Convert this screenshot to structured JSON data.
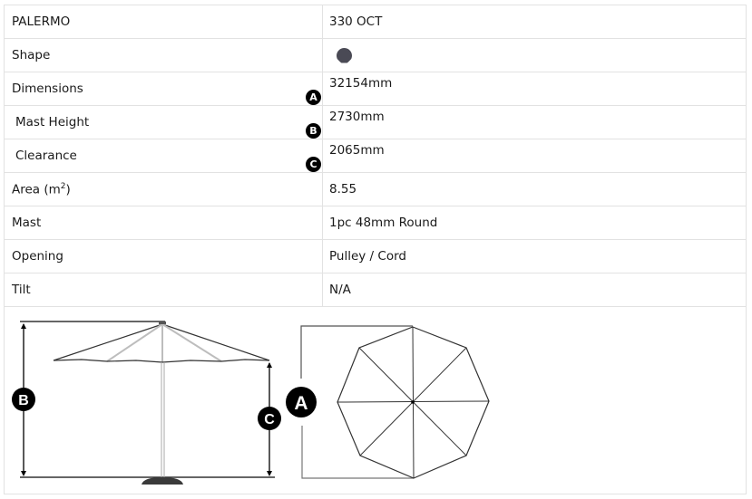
{
  "table": {
    "header": {
      "label": "PALERMO",
      "value": "330 OCT"
    },
    "rows": [
      {
        "label": "Shape",
        "value": "",
        "icon": "octagon-shape-icon",
        "icon_color": "#4a4a55"
      },
      {
        "label": "Dimensions",
        "value": "32154mm",
        "marker": "A"
      },
      {
        "label": "Mast Height",
        "value": "2730mm",
        "marker": "B"
      },
      {
        "label": "Clearance",
        "value": "2065mm",
        "marker": "C"
      },
      {
        "label": "Area (m",
        "label_sup": "2",
        "label_suffix": ")",
        "value": "8.55"
      },
      {
        "label": "Mast",
        "value": "1pc 48mm Round"
      },
      {
        "label": "Opening",
        "value": "Pulley / Cord"
      },
      {
        "label": "Tilt",
        "value": "N/A"
      }
    ]
  },
  "diagram": {
    "side_view": {
      "markers": [
        "B",
        "C"
      ]
    },
    "top_view": {
      "markers": [
        "A"
      ],
      "shape": "octagon"
    }
  },
  "colors": {
    "border": "#e2e2e2",
    "marker_bg": "#000000",
    "shape_icon": "#4a4a55",
    "rib_grey": "#bdbdbd"
  }
}
